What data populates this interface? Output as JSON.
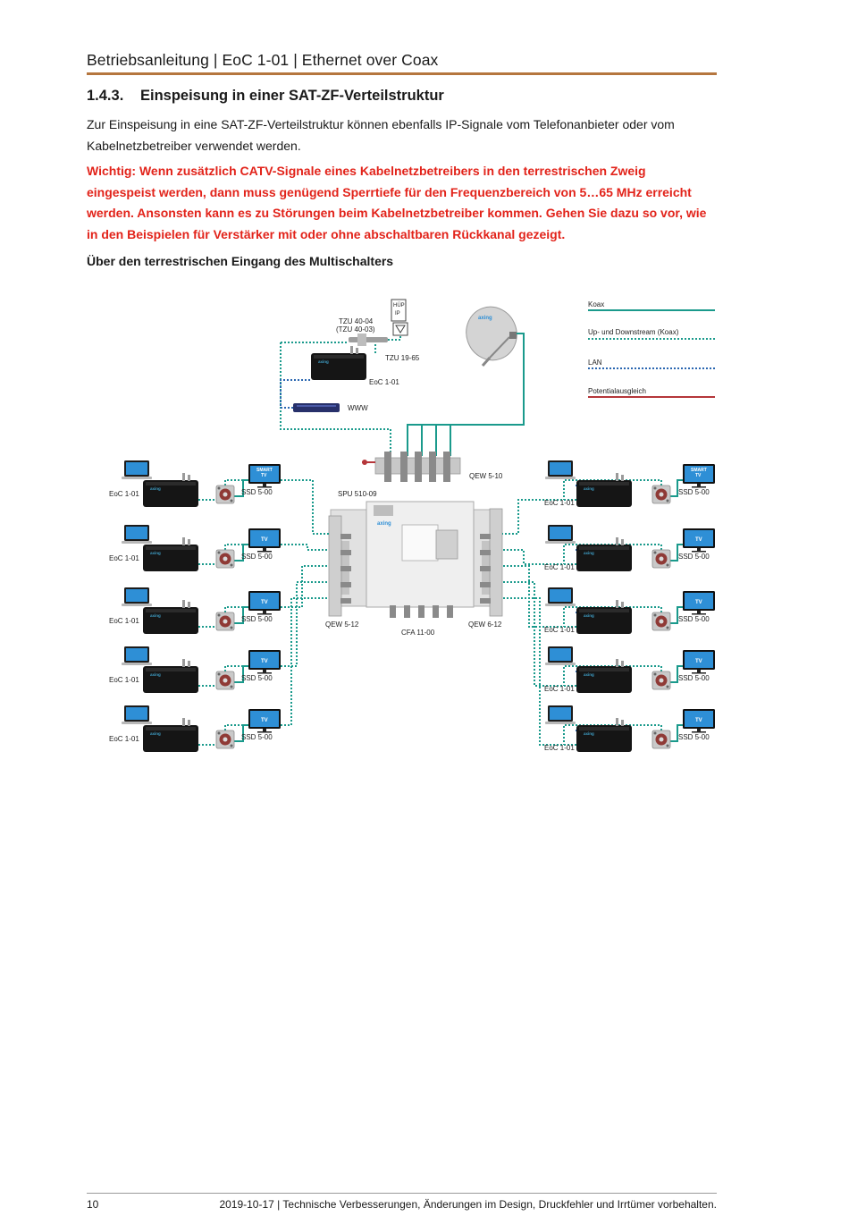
{
  "header": {
    "title": "Betriebsanleitung | EoC 1-01 | Ethernet over Coax"
  },
  "section": {
    "number": "1.4.3.",
    "title": "Einspeisung in einer SAT-ZF-Verteilstruktur"
  },
  "intro": "Zur Einspeisung in eine SAT-ZF-Verteilstruktur können ebenfalls IP-Signale vom Telefonanbieter oder vom Kabelnetzbetreiber verwendet werden.",
  "warning": "Wichtig: Wenn zusätzlich CATV-Signale eines Kabelnetzbetreibers in den terrestrischen Zweig eingespeist werden, dann muss genügend Sperrtiefe für den Frequenzbereich von 5…65 MHz erreicht werden. Ansonsten kann es zu Störungen beim Kabelnetzbetreiber kommen. Gehen Sie dazu so vor, wie in den Beispielen für Verstärker mit oder ohne abschaltbaren Rückkanal gezeigt.",
  "subheading": "Über den terrestrischen Eingang des Multischalters",
  "diagram": {
    "legend": [
      {
        "label": "Koax",
        "style": "solid",
        "color": "#1a9a8c"
      },
      {
        "label": "Up- und Downstream (Koax)",
        "style": "dotted",
        "color": "#1a9a8c"
      },
      {
        "label": "LAN",
        "style": "dotted",
        "color": "#2a66b0"
      },
      {
        "label": "Potentialausgleich",
        "style": "solid",
        "color": "#b5363a"
      }
    ],
    "labels": {
      "hup": "HÜP",
      "ip": "IP",
      "tzu_a": "TZU 40-04",
      "tzu_b": "(TZU 40-03)",
      "tzu_1965": "TZU 19-65",
      "eoc_top": "EoC 1-01",
      "www": "WWW",
      "qew510": "QEW 5-10",
      "spu": "SPU 510-09",
      "qew512": "QEW 5-12",
      "qew612": "QEW 6-12",
      "cfa": "CFA 11-00",
      "brand": "axing"
    },
    "left_rows": [
      {
        "eoc": "EoC 1-01",
        "ssd": "SSD 5-00",
        "tv": "SMART TV"
      },
      {
        "eoc": "EoC 1-01",
        "ssd": "SSD 5-00",
        "tv": "TV"
      },
      {
        "eoc": "EoC 1-01",
        "ssd": "SSD 5-00",
        "tv": "TV"
      },
      {
        "eoc": "EoC 1-01",
        "ssd": "SSD 5-00",
        "tv": "TV"
      },
      {
        "eoc": "EoC 1-01",
        "ssd": "SSD 5-00",
        "tv": "TV"
      }
    ],
    "right_rows": [
      {
        "eoc": "EoC 1-01",
        "ssd": "SSD 5-00",
        "tv": "SMART TV"
      },
      {
        "eoc": "EoC 1-01",
        "ssd": "SSD 5-00",
        "tv": "TV"
      },
      {
        "eoc": "EoC 1-01",
        "ssd": "SSD 5-00",
        "tv": "TV"
      },
      {
        "eoc": "EoC 1-01",
        "ssd": "SSD 5-00",
        "tv": "TV"
      },
      {
        "eoc": "EoC 1-01",
        "ssd": "SSD 5-00",
        "tv": "TV"
      }
    ]
  },
  "footer": {
    "page": "10",
    "note": "2019-10-17 | Technische Verbesserungen, Änderungen im Design, Druckfehler und Irrtümer vorbehalten."
  }
}
